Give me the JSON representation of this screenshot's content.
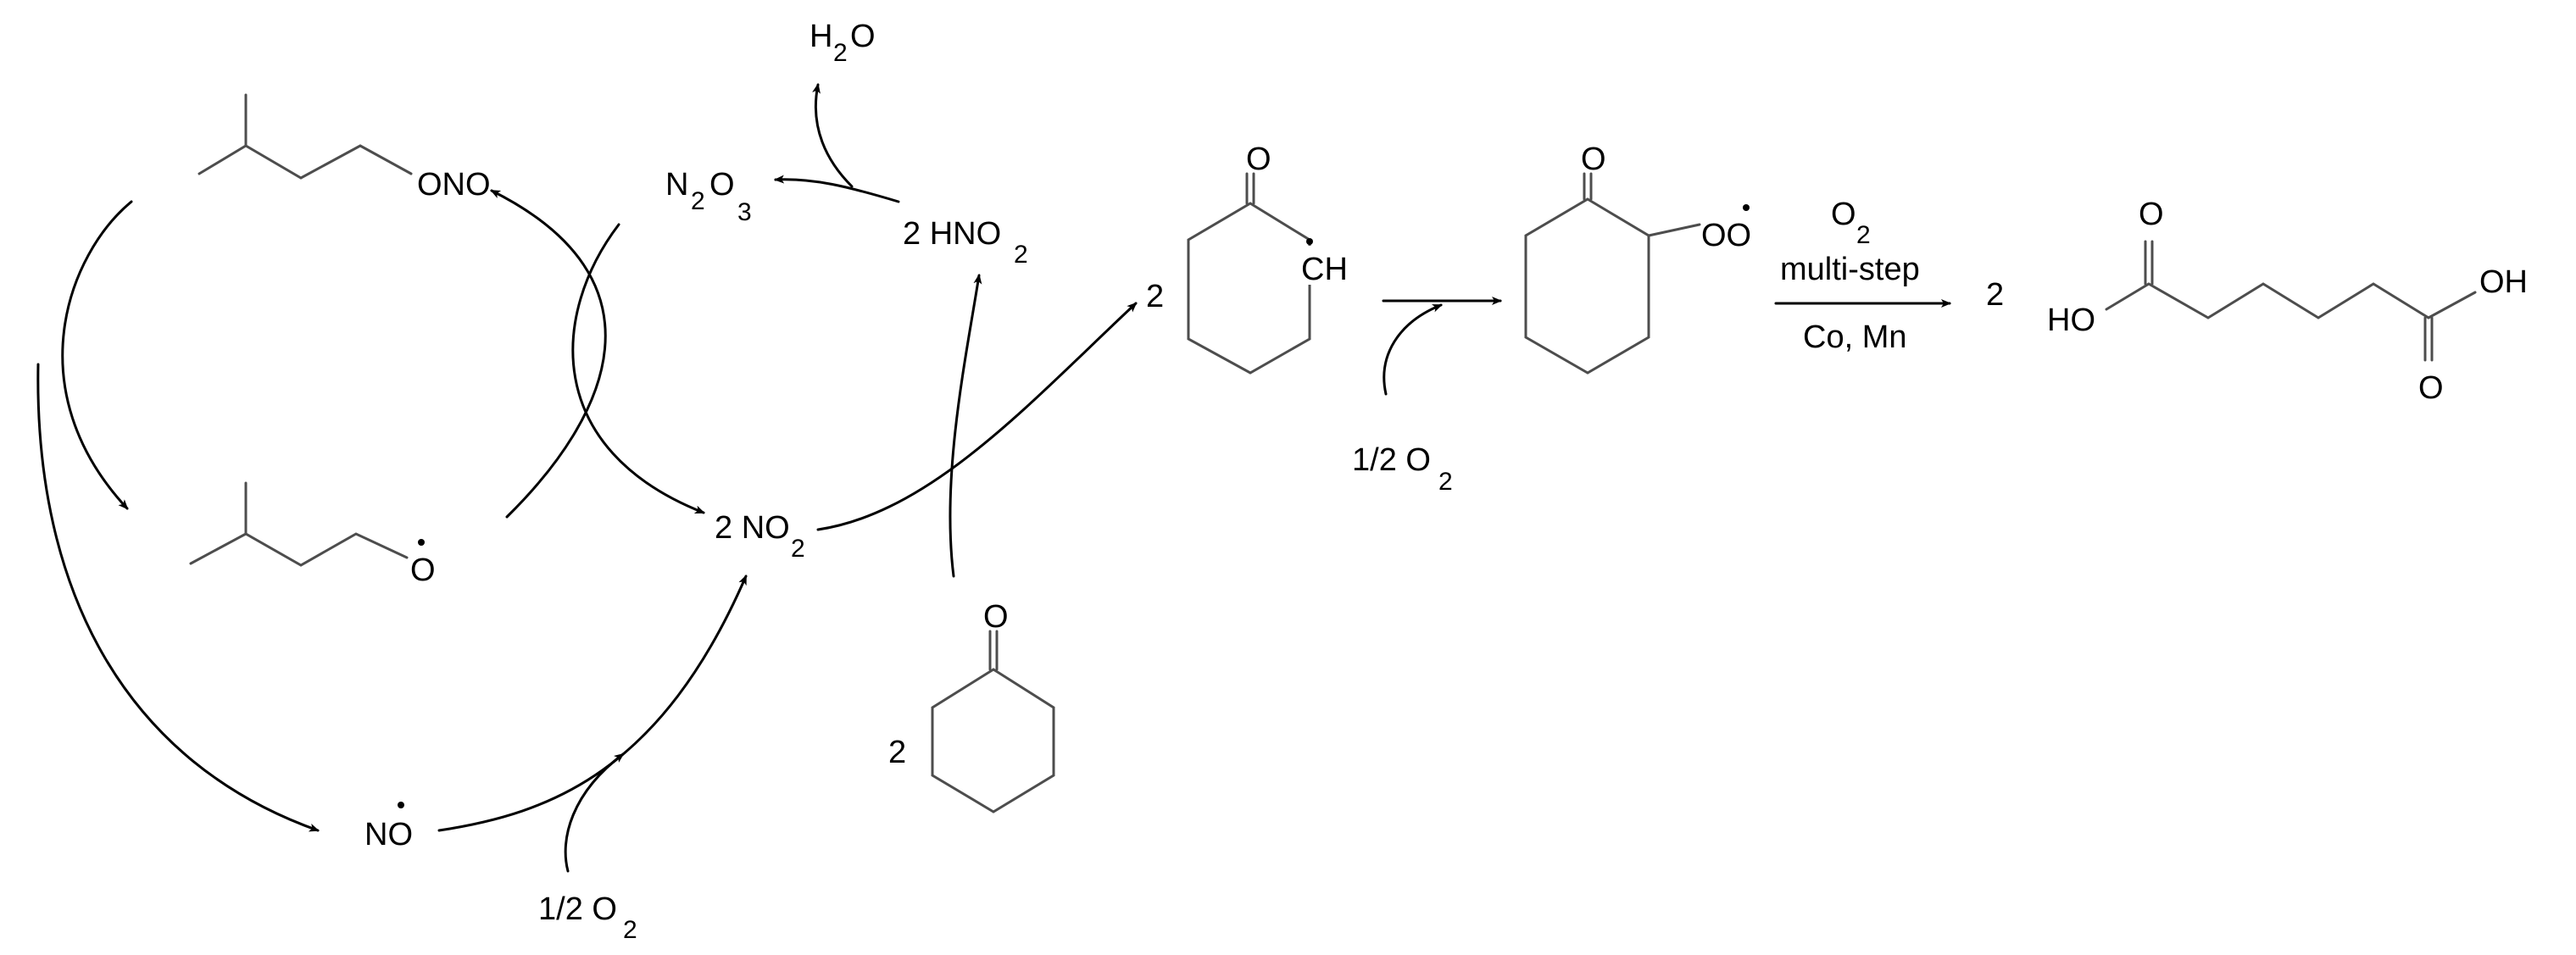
{
  "colors": {
    "ink": "#000000",
    "bond": "#4d4d4d",
    "background": "#ffffff"
  },
  "labels": {
    "water": {
      "main": "H",
      "sub": "2",
      "tail": "O"
    },
    "ono": "ONO",
    "alkoxy_o": "O",
    "n2o3": {
      "a": "N",
      "a_sub": "2",
      "b": "O",
      "b_sub": "3"
    },
    "hno2": {
      "main": "2 HNO",
      "sub": "2"
    },
    "no2": {
      "main": "2 NO",
      "sub": "2"
    },
    "no_radical": "NO",
    "half_o2_left": {
      "main": "1/2 O",
      "sub": "2"
    },
    "coeff_cyclohexanone": "2",
    "ketone_o1": "O",
    "coeff_radical": "2",
    "ketone_o2": "O",
    "ch_radical": "CH",
    "half_o2_mid": {
      "main": "1/2 O",
      "sub": "2"
    },
    "ketone_o3": "O",
    "peroxy": "OO",
    "reagent_o2": {
      "main": "O",
      "sub": "2"
    },
    "reagent_step": "multi-step",
    "reagent_catalyst": "Co, Mn",
    "coeff_acid": "2",
    "acid_o_top": "O",
    "acid_ho": "HO",
    "acid_oh": "OH",
    "acid_o_bottom": "O"
  }
}
